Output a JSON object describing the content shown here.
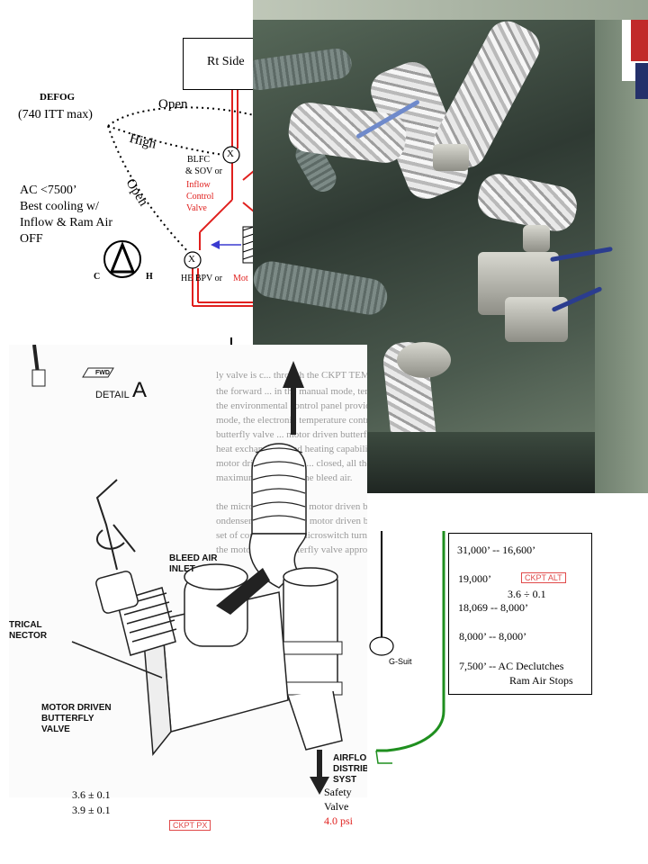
{
  "schematic": {
    "rt_side": "Rt Side",
    "defog_title": "DEFOG",
    "defog_limit": "(740 ITT max)",
    "open_top": "Open",
    "high": "High",
    "open_left": "Open",
    "blfc_line1": "BLFC",
    "blfc_line2": "& SOV or",
    "inflow_line1": "Inflow",
    "inflow_line2": "Control",
    "inflow_line3": "Valve",
    "ac_line1": "AC <7500’",
    "ac_line2": "Best cooling w/",
    "ac_line3": "Inflow & Ram Air",
    "ac_line4": "OFF",
    "valve_symbol": "X",
    "cold": "C",
    "hot": "H",
    "he_bpv": "HE BPV or",
    "motor_partial": "Mot"
  },
  "manual": {
    "fwd": "FWD",
    "detail": "DETAIL",
    "detail_letter": "A",
    "ghost_lines": [
      "ly valve is c... through the CKPT TEMP circuit break",
      "the forward ... in the manual mode, temperature co",
      "the environmental control panel provides control of the motor c",
      "mode, the electronic temperature controller provides the electr",
      "butterfly valve ... motor driven butterfly valve open,",
      "heat exchanger ... and heating capability in the cockpit",
      "motor driven butterfly ... closed, all the bleed air flows through the",
      "maximum cooling of the bleed air.",
      "",
      "the microswitch on the motor driven butterfly valve turns off the",
      "ondenser blower as the motor driven butterfly valve approaches",
      "set of contacts in the microswitch turns the air conditioning comp",
      "the motor driven butterfly valve approaches the fully closed posit"
    ],
    "bleed_air_inlet": "BLEED AIR\nINLET",
    "electrical_connector": "TRICAL\nNECTOR",
    "motor_valve": "MOTOR DRIVEN\nBUTTERFLY\nVALVE",
    "airflow_partial": "AIRFLO\nDISTRIB\nSYST"
  },
  "bottom": {
    "px1": "3.6 ± 0.1",
    "px2": "3.9 ± 0.1",
    "ckpt_px": "CKPT PX",
    "safety": "Safety",
    "valve": "Valve",
    "psi": "4.0 psi",
    "gsuit": "G-Suit"
  },
  "altitude": {
    "line1": "31,000’ -- 16,600’",
    "line2": "19,000’",
    "ckpt_alt": "CKPT ALT",
    "line3": "3.6 ÷ 0.1",
    "line4": "18,069 -- 8,000’",
    "line5": "8,000’ -- 8,000’",
    "line6": "7,500’ -- AC Declutches",
    "line7": "Ram Air Stops"
  },
  "colors": {
    "red": "#e0201e",
    "green": "#1f8f1f",
    "tag_red": "#e04a4a"
  }
}
